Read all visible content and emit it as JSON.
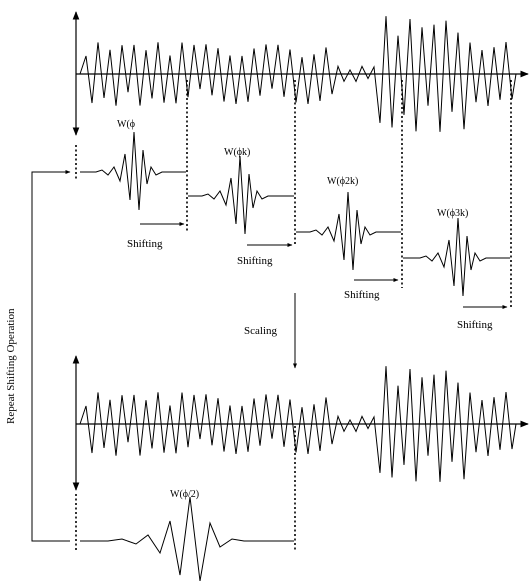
{
  "wavelets": [
    {
      "label": "W(ϕ"
    },
    {
      "label": "W(ϕk)"
    },
    {
      "label": "W(ϕ2k)"
    },
    {
      "label": "W(ϕ3k)"
    }
  ],
  "shifting_label": "Shifting",
  "scaling_label": "Scaling",
  "scaled_wavelet_label": "W(ϕ/2)",
  "side_label": "Repeat Shifting Operation"
}
